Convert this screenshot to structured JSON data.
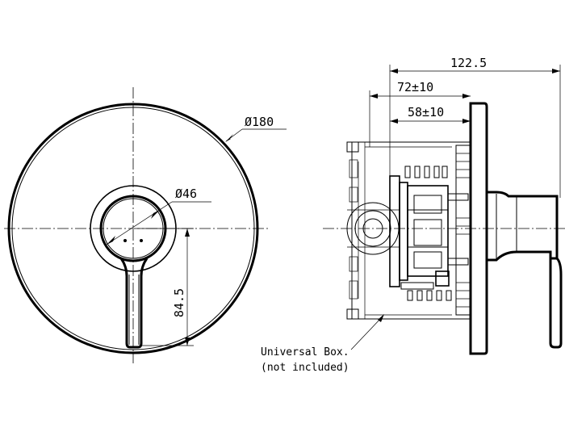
{
  "front_view": {
    "outer_diameter_label": "Ø180",
    "handle_diameter_label": "Ø46",
    "lever_length_label": "84.5"
  },
  "side_view": {
    "overall_depth_label": "122.5",
    "box_range_max_label": "72±10",
    "box_range_min_label": "58±10"
  },
  "note": {
    "line1": "Universal Box.",
    "line2": "(not included)"
  }
}
